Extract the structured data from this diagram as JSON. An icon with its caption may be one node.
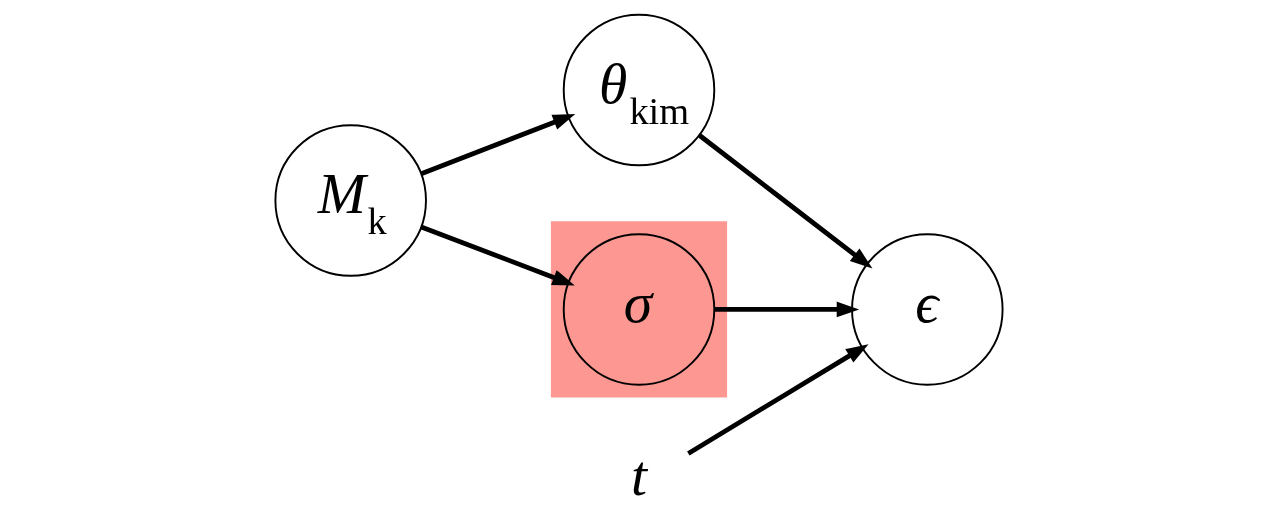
{
  "diagram": {
    "nodes": [
      {
        "text": [
          "*M*$_{k}$"
        ]
      },
      {
        "text": [
          "*θ*$_{kim}$"
        ]
      },
      {
        "text": [
          "*ϵ*"
        ]
      },
      {
        "text": [],
        "shape": "box"
      },
      {
        "text": [
          "*σ*"
        ],
        "in": 3
      },
      {
        "text": [
          "*t*"
        ]
      }
    ],
    "edges": [
      {
        "from": 0,
        "to": 1,
        "arrow": "to"
      },
      {
        "from": 0,
        "to": 4,
        "arrow": "to"
      },
      {
        "from": 1,
        "to": 2,
        "arrow": "to"
      },
      {
        "from": 4,
        "to": 2,
        "arrow": "to"
      },
      {
        "from": 5,
        "to": 2,
        "arrow": "to"
      }
    ]
  }
}
